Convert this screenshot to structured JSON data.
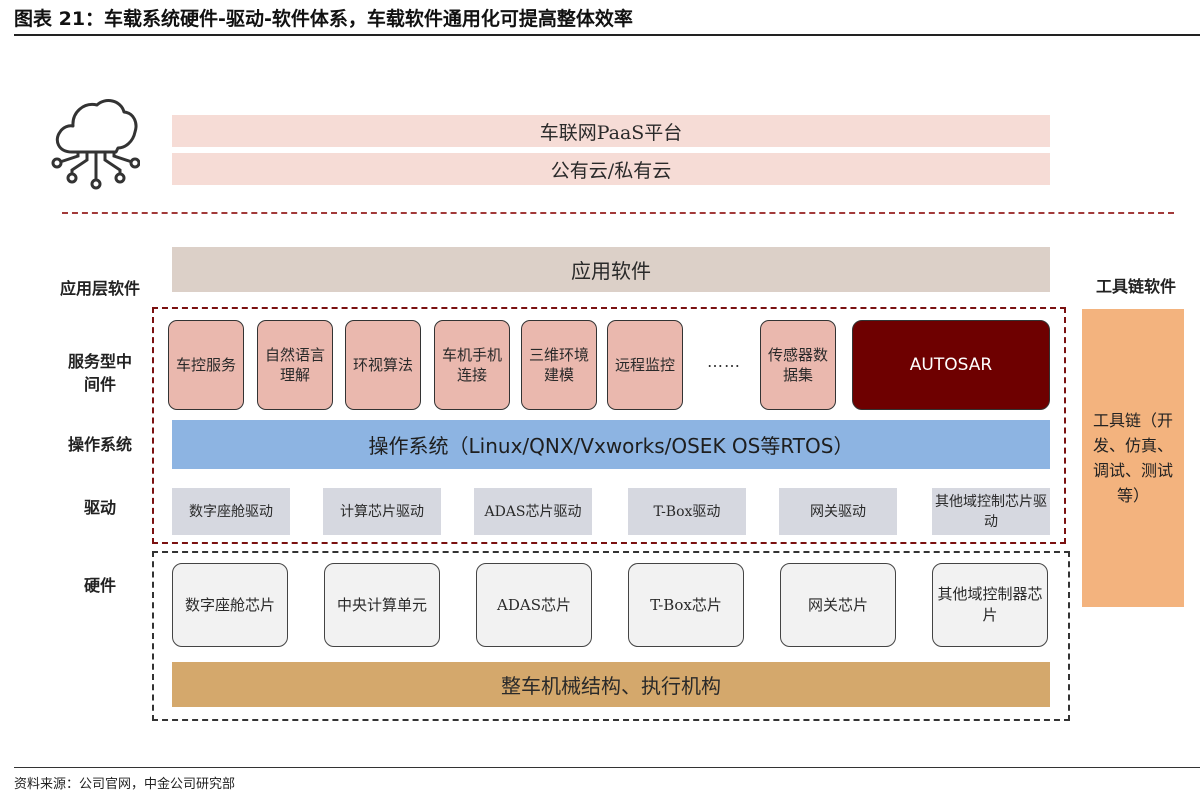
{
  "figure": {
    "title": "图表 21：车载系统硬件-驱动-软件体系，车载软件通用化可提高整体效率",
    "source": "资料来源：公司官网，中金公司研究部"
  },
  "icons": {
    "cloud": "cloud-network-icon"
  },
  "cloud_layer": {
    "paas": "车联网PaaS平台",
    "cloud": "公有云/私有云"
  },
  "row_labels": {
    "app": "应用层软件",
    "middleware": "服务型中间件",
    "os": "操作系统",
    "driver": "驱动",
    "hardware": "硬件"
  },
  "app_layer": "应用软件",
  "middleware": {
    "items": [
      "车控服务",
      "自然语言理解",
      "环视算法",
      "车机手机连接",
      "三维环境建模",
      "远程监控",
      "传感器数据集"
    ],
    "ellipsis": "……",
    "autosar": "AUTOSAR"
  },
  "os_layer": "操作系统（Linux/QNX/Vxworks/OSEK OS等RTOS）",
  "drivers": [
    "数字座舱驱动",
    "计算芯片驱动",
    "ADAS芯片驱动",
    "T-Box驱动",
    "网关驱动",
    "其他域控制芯片驱动"
  ],
  "hardware": [
    "数字座舱芯片",
    "中央计算单元",
    "ADAS芯片",
    "T-Box芯片",
    "网关芯片",
    "其他域控制器芯片"
  ],
  "mechanical": "整车机械结构、执行机构",
  "toolchain": {
    "header": "工具链软件",
    "body": "工具链（开发、仿真、调试、测试等）"
  },
  "colors": {
    "paas_bg": "#f6dcd6",
    "app_bg": "#dcd0c8",
    "middleware_bg": "#eab8ae",
    "autosar_bg": "#6e0000",
    "os_bg": "#8db4e2",
    "driver_bg": "#d6d8e0",
    "hardware_bg": "#f2f2f2",
    "mechanical_bg": "#d4a86c",
    "toolchain_bg": "#f3b37e",
    "frame_dark_red": "#7a1010"
  }
}
